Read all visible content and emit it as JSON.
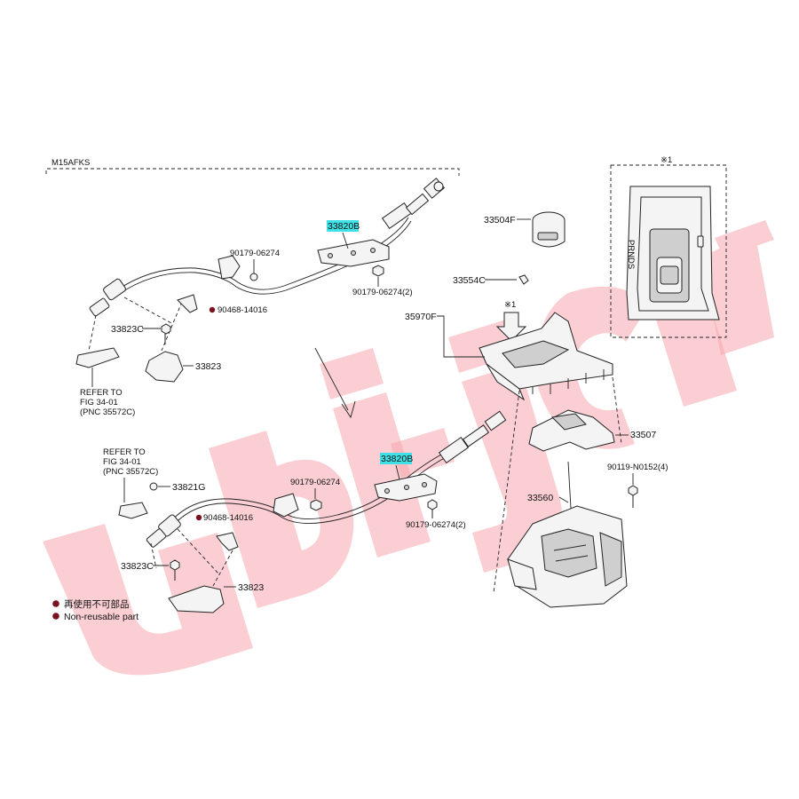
{
  "diagram": {
    "model_code": "M15AFKS",
    "watermark_text": "ubi-JCIA",
    "inset_mark": "※1",
    "inset_gear_letters": "PRNDS",
    "callout_mark": "※1",
    "legend": {
      "non_reusable_jp": "再使用不可部品",
      "non_reusable_en": "Non-reusable part",
      "legend_color": "#7a1020"
    },
    "colors": {
      "highlight": "#3fe0e6",
      "watermark": "#f6a6ad"
    },
    "upper": {
      "p33820B": "33820B",
      "p90179_a": "90179-06274",
      "p90179_b": "90179-06274(2)",
      "p90468": "90468-14016",
      "p33823C": "33823C",
      "p33823": "33823",
      "refer": [
        "REFER TO",
        "FIG 34-01",
        "(PNC 35572C)"
      ]
    },
    "lower": {
      "refer": [
        "REFER TO",
        "FIG 34-01",
        "(PNC 35572C)"
      ],
      "p33821G": "33821G",
      "p90468": "90468-14016",
      "p33823C": "33823C",
      "p33823": "33823",
      "p90179_a": "90179-06274",
      "p33820B": "33820B",
      "p90179_b": "90179-06274(2)"
    },
    "right": {
      "p33504F": "33504F",
      "p33554C": "33554C",
      "p35970F": "35970F",
      "p33507": "33507",
      "p90119": "90119-N0152(4)",
      "p33560": "33560"
    }
  }
}
